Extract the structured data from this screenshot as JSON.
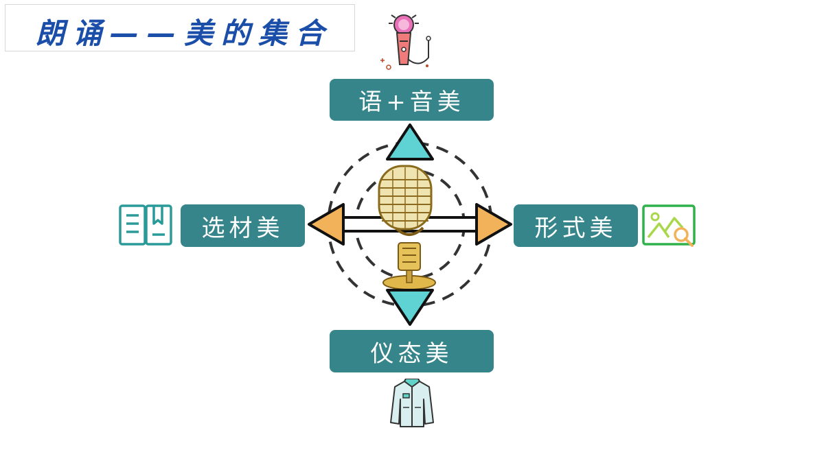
{
  "title": "朗诵——美的集合",
  "labels": {
    "top": "语+音美",
    "left": "选材美",
    "right": "形式美",
    "bottom": "仪态美"
  },
  "icons": {
    "top": "microphone-icon",
    "left": "book-icon",
    "right": "image-search-icon",
    "bottom": "jacket-icon",
    "center": "vintage-microphone-icon"
  },
  "colors": {
    "title": "#1b4ea8",
    "box": "#36858a",
    "box_text": "#ffffff",
    "arrow_vertical": "#5fd3d4",
    "arrow_horizontal": "#f2b25a",
    "dashed_circle": "#333333"
  }
}
